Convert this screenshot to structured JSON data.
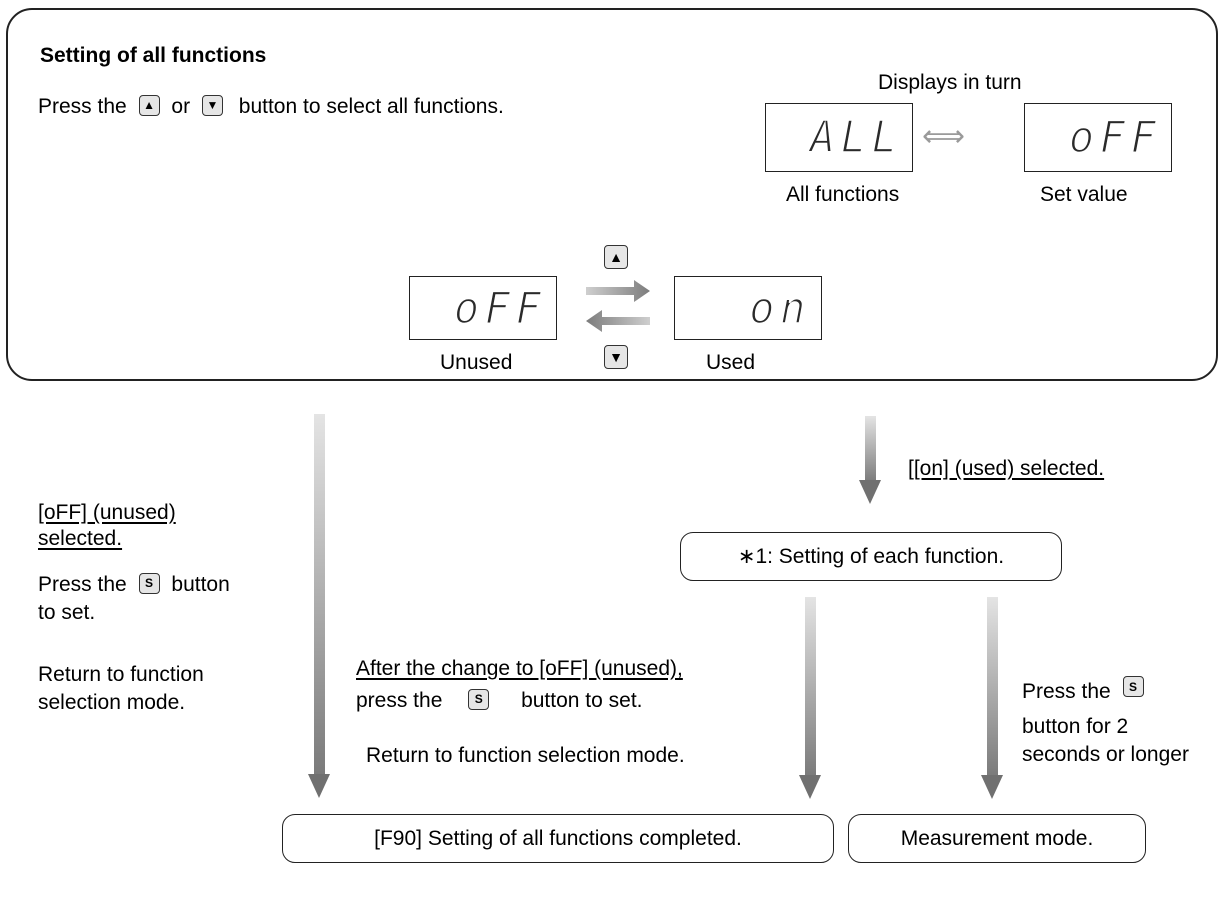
{
  "panel": {
    "title": "Setting of all functions",
    "instruction_pre": "Press the",
    "instruction_or": "or",
    "instruction_post": "button to select all functions.",
    "displays_in_turn": "Displays in turn",
    "lcd_all": "ALL",
    "lcd_off": "oFF",
    "lcd_on": "on",
    "label_all_functions": "All functions",
    "label_set_value": "Set value",
    "label_unused": "Unused",
    "label_used": "Used",
    "up_key": "▲",
    "down_key": "▼"
  },
  "left_branch": {
    "selected_line1": "[oFF] (unused)",
    "selected_line2": "selected.",
    "press_line1_pre": "Press the",
    "press_line1_post": "button",
    "press_line2": "to set.",
    "return_line1": "Return to function",
    "return_line2": "selection mode."
  },
  "middle_branch": {
    "change_line": "After the change to [oFF] (unused),",
    "press_pre": "press the",
    "press_post": "button to set.",
    "return_text": "Return to function selection mode."
  },
  "right_branch": {
    "on_selected": "[[on] (used) selected.",
    "each_function": "∗1: Setting of each function.",
    "press_line1": "Press the",
    "press_line2": "button for 2",
    "press_line3": "seconds or longer"
  },
  "bottom": {
    "complete_box": "[F90] Setting of all functions completed.",
    "measurement_box": "Measurement mode."
  },
  "s_key": "S"
}
